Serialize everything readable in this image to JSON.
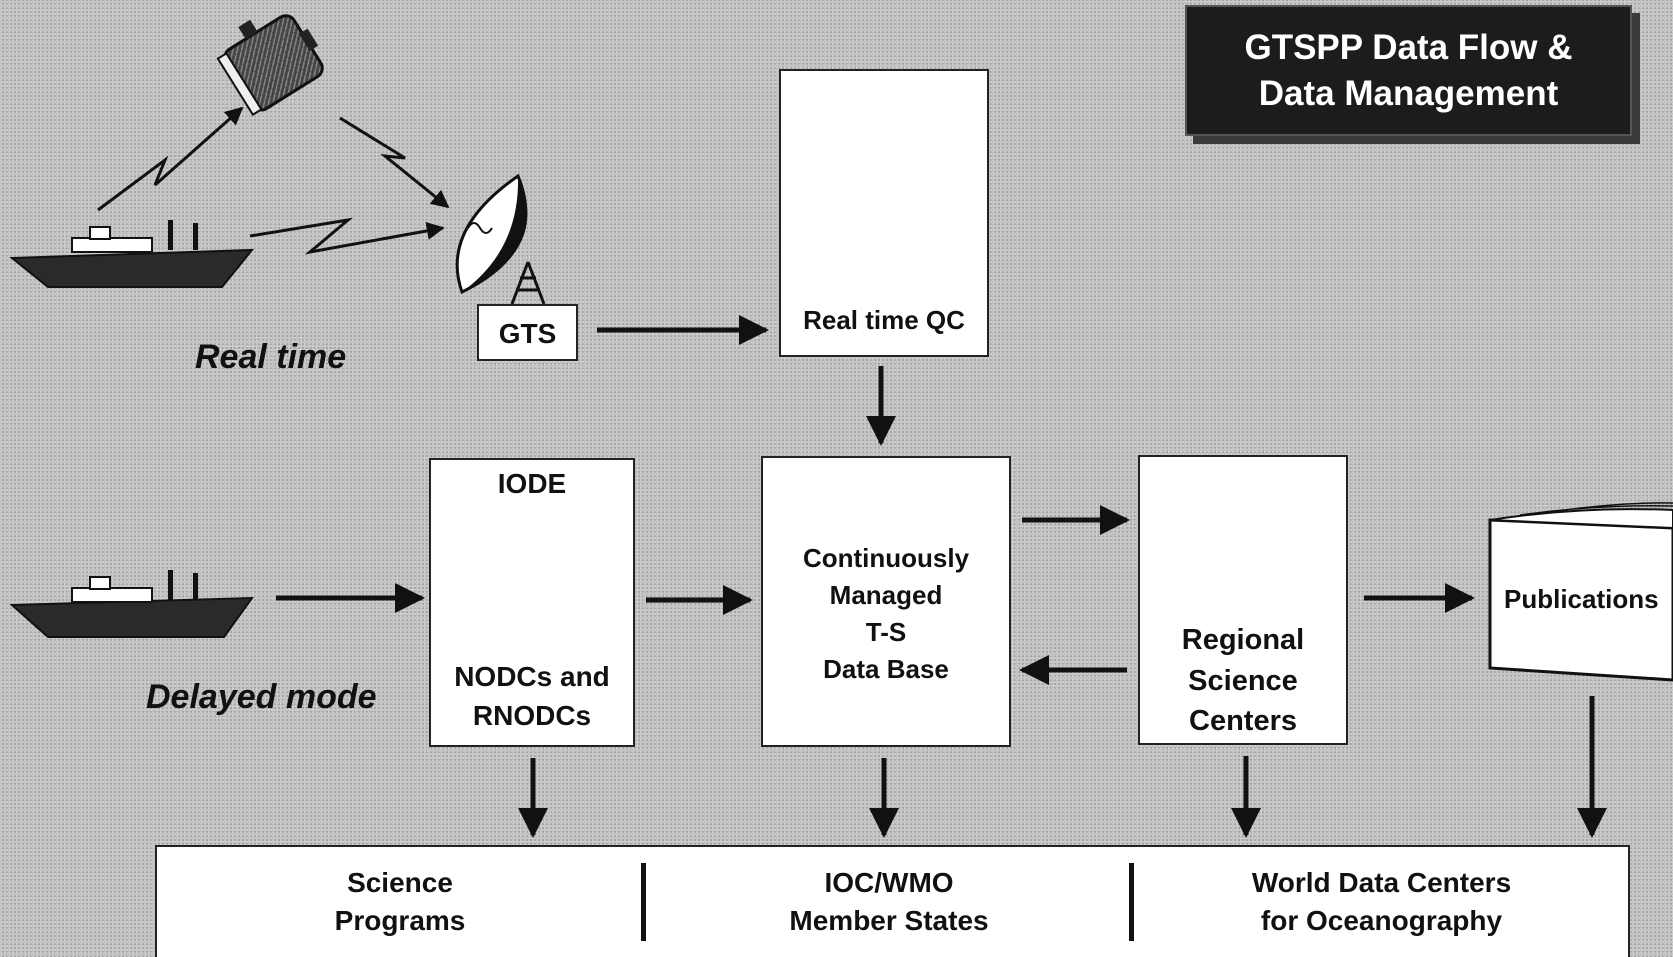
{
  "title": {
    "line1": "GTSPP Data Flow &",
    "line2": "Data Management"
  },
  "labels": {
    "real_time": "Real time",
    "delayed_mode": "Delayed mode",
    "gts": "GTS",
    "real_time_qc": "Real time QC",
    "iode": "IODE",
    "nodcs_line1": "NODCs and",
    "nodcs_line2": "RNODCs",
    "db_line1": "Continuously",
    "db_line2": "Managed",
    "db_line3": "T-S",
    "db_line4": "Data Base",
    "rsc_line1": "Regional",
    "rsc_line2": "Science",
    "rsc_line3": "Centers",
    "publications": "Publications"
  },
  "bottom": {
    "science_line1": "Science",
    "science_line2": "Programs",
    "ioc_line1": "IOC/WMO",
    "ioc_line2": "Member States",
    "wdc_line1": "World Data Centers",
    "wdc_line2": "for Oceanography"
  }
}
